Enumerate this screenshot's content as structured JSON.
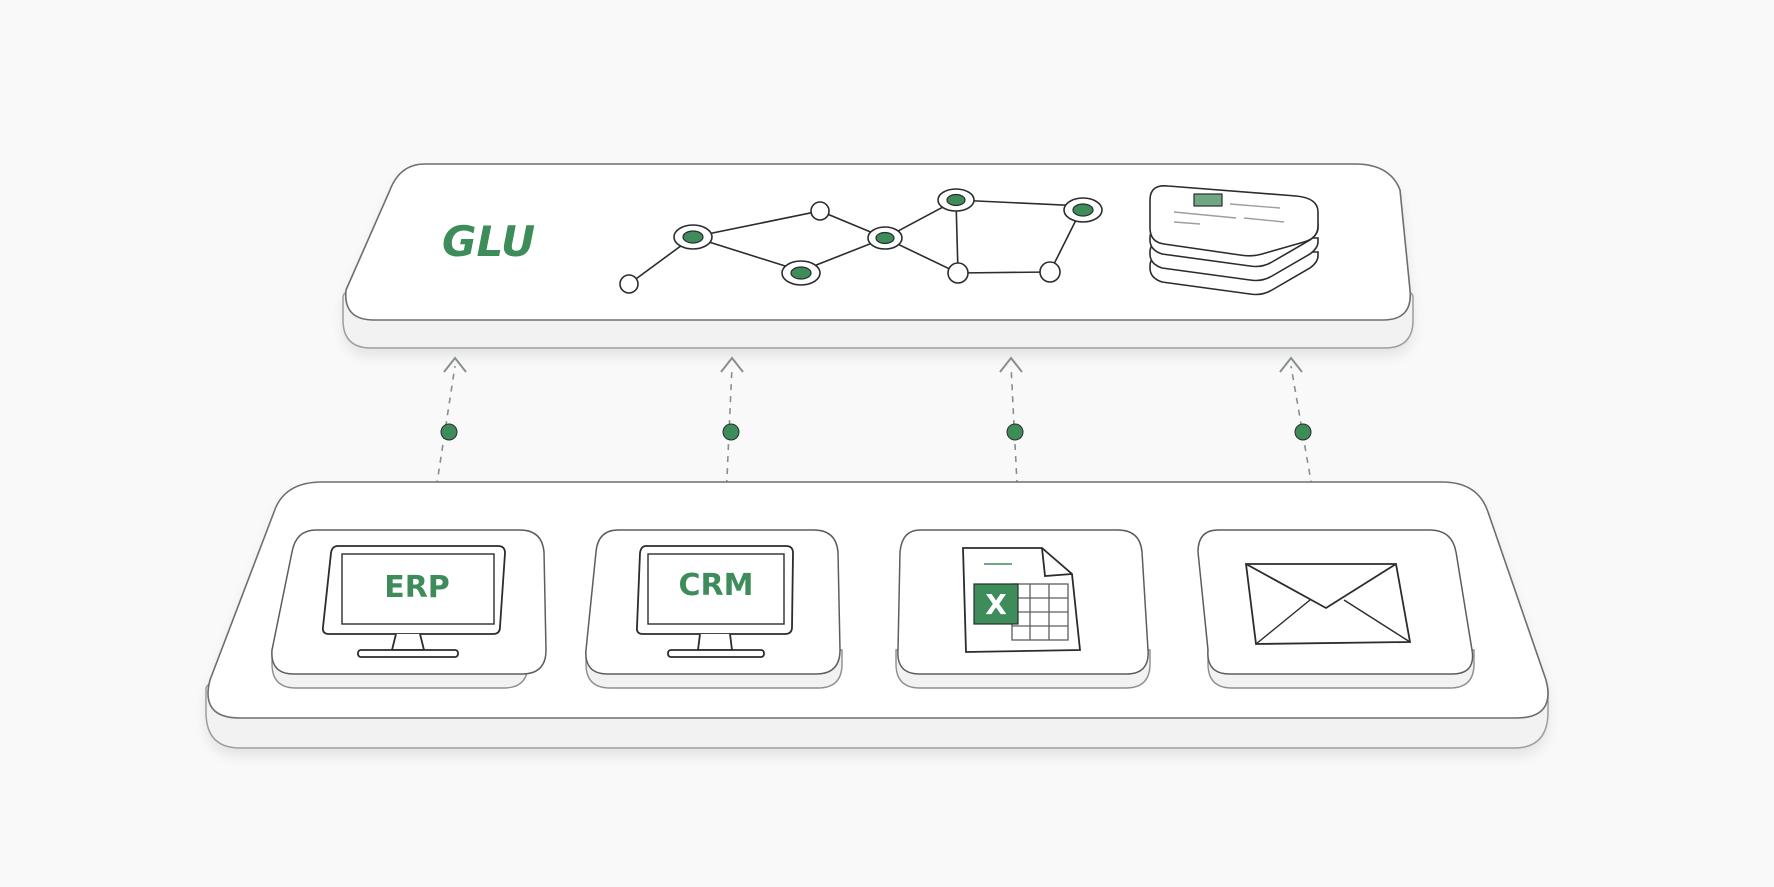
{
  "platform": {
    "brand_label": "GLU",
    "network_icon": "connected-nodes-network-icon",
    "stack_icon": "stacked-documents-icon"
  },
  "sources": [
    {
      "id": "erp",
      "label": "ERP",
      "icon": "monitor-icon"
    },
    {
      "id": "crm",
      "label": "CRM",
      "icon": "monitor-icon"
    },
    {
      "id": "spreadsheet",
      "label": "X",
      "icon": "excel-spreadsheet-icon"
    },
    {
      "id": "email",
      "icon": "envelope-icon"
    }
  ],
  "colors": {
    "accent_green": "#3d8c5a",
    "outline": "#2a2d2c",
    "panel_fill": "#ffffff",
    "panel_edge": "#b9bdbb",
    "background": "#f8f9f8",
    "arrow_gray": "#8a8f8d"
  }
}
